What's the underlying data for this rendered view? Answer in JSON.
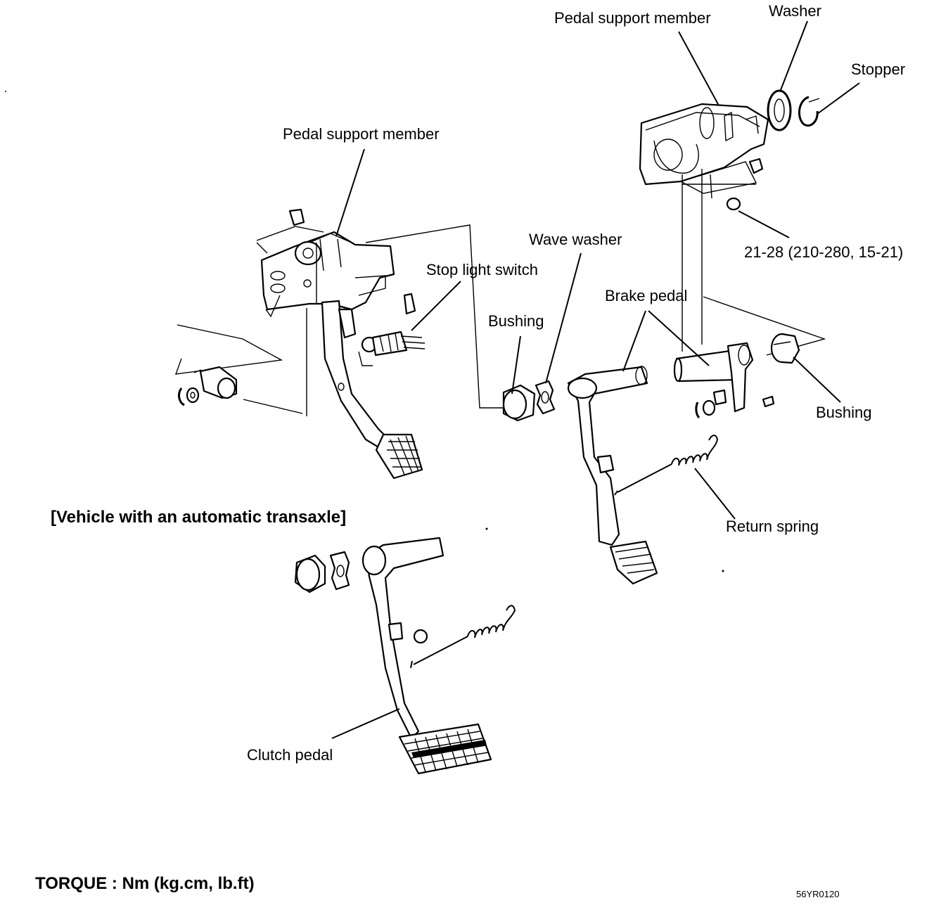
{
  "labels": {
    "washer": "Washer",
    "pedal_support_top": "Pedal support member",
    "stopper": "Stopper",
    "pedal_support_left": "Pedal support member",
    "wave_washer": "Wave washer",
    "torque_spec": "21-28 (210-280, 15-21)",
    "stop_light_switch": "Stop light switch",
    "brake_pedal": "Brake pedal",
    "bushing_center": "Bushing",
    "bushing_right": "Bushing",
    "return_spring": "Return spring",
    "vehicle_note": "[Vehicle with an automatic transaxle]",
    "clutch_pedal": "Clutch pedal",
    "torque_units": "TORQUE : Nm (kg.cm, lb.ft)",
    "figure_code": "56YR0120"
  }
}
